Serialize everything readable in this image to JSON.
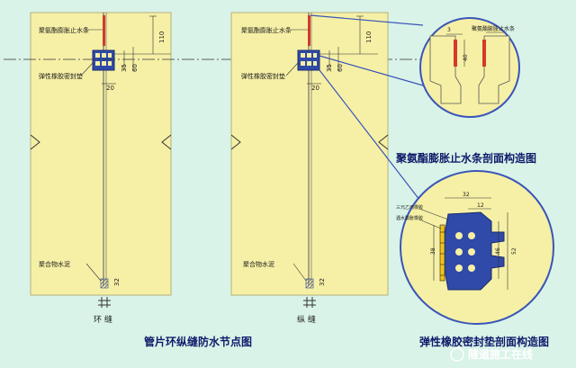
{
  "labels": {
    "seal_strip_left": "聚氨酯膨胀止水条",
    "seal_gasket_left": "弹性橡胶密封垫",
    "polymer_mortar_left": "聚合物水泥",
    "ring_joint": "环 缝",
    "seal_strip_right": "聚氨酯膨胀止水条",
    "seal_gasket_right": "弹性橡胶密封垫",
    "polymer_mortar_right": "聚合物水泥",
    "long_joint": "纵 缝",
    "strip_detail_label": "聚氨酯膨胀止水条",
    "gasket_detail_epdm": "三元乙丙橡胶",
    "gasket_detail_strip": "遇水膨胀橡胶"
  },
  "dimensions": {
    "left_110": "110",
    "left_35": "35",
    "left_60": "60",
    "left_20": "20",
    "left_32": "32",
    "right_110": "110",
    "right_35": "35",
    "right_60": "60",
    "right_20": "20",
    "right_32": "32",
    "strip_3": "3",
    "strip_40": "40",
    "gasket_32": "32",
    "gasket_12": "12",
    "gasket_46": "46",
    "gasket_52": "52",
    "gasket_38": "38"
  },
  "captions": {
    "main": "管片环纵缝防水节点图",
    "strip_section": "聚氨酯膨胀止水条剖面构造图",
    "gasket_section": "弹性橡胶密封垫剖面构造图"
  },
  "watermark": "隧道施工在线",
  "colors": {
    "background": "#d9f3e8",
    "panel": "#f6f0a6",
    "gasket_blue": "#2f4aa8",
    "strip_red": "#d23a2a",
    "line_blue": "#3a55b8",
    "caption_blue": "#0d1b6a"
  }
}
